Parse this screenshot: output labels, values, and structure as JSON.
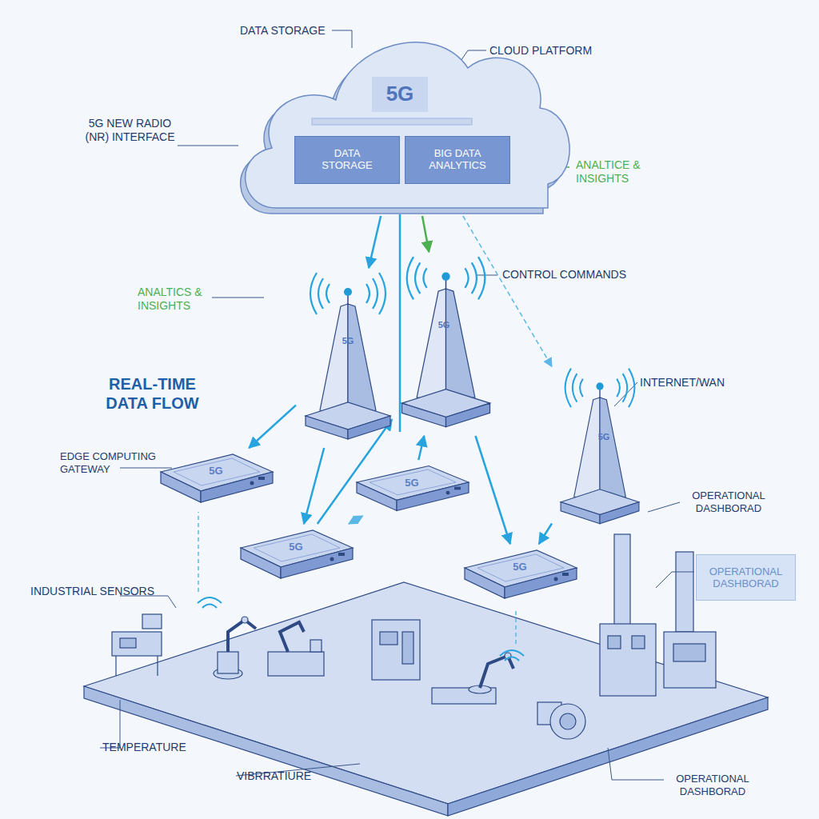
{
  "diagram": {
    "nodes": [
      {
        "text": [
          "5G"
        ]
      },
      {
        "text": [
          "DATA STORAGE"
        ],
        "in": 0
      },
      {
        "text": [
          "BIG DATA ANALYTICS"
        ],
        "in": 0
      },
      {
        "text": [
          "5G"
        ]
      },
      {
        "text": [
          "5G"
        ]
      },
      {
        "text": [
          "5G"
        ]
      },
      {
        "text": [
          "5G"
        ]
      },
      {
        "text": [
          "5G"
        ]
      },
      {
        "text": [
          "5G"
        ]
      },
      {
        "text": [
          "5G"
        ]
      },
      {
        "text": [
          "OPERATIONAL DASHBORAD"
        ]
      }
    ],
    "edges": [
      {
        "from": 0,
        "to": 3,
        "arrow": "to"
      },
      {
        "from": 0,
        "to": 4,
        "arrow": "to"
      },
      {
        "from": 0,
        "to": 5,
        "arrow": "to"
      },
      {
        "from": 3,
        "to": 6,
        "arrow": "to"
      },
      {
        "from": 3,
        "to": 8,
        "arrow": "to"
      },
      {
        "from": 8,
        "to": 4,
        "arrow": "to"
      },
      {
        "from": 7,
        "to": 4,
        "arrow": "to"
      },
      {
        "from": 4,
        "to": 9,
        "arrow": "to"
      },
      {
        "from": 5,
        "to": 9,
        "arrow": "to"
      },
      {
        "from": 7,
        "to": 8,
        "arrow": "both"
      }
    ],
    "labels": [
      "DATA STORAGE",
      "CLOUD PLATFORM",
      "5G NEW RADIO (NR) INTERFACE",
      "ANALTICE & INSIGHTS",
      "ANALTICS & INSIGHTS",
      "CONTROL COMMANDS",
      "REAL-TIME DATA FLOW",
      "EDGE COMPUTING GATEWAY",
      "INTERNET/WAN",
      "OPERATIONAL DASHBORAD",
      "INDUSTRIAL SENSORS",
      "TEMPERATURE",
      "VIBRRATIURE",
      "OPERATIONAL DASHBORAD"
    ]
  }
}
